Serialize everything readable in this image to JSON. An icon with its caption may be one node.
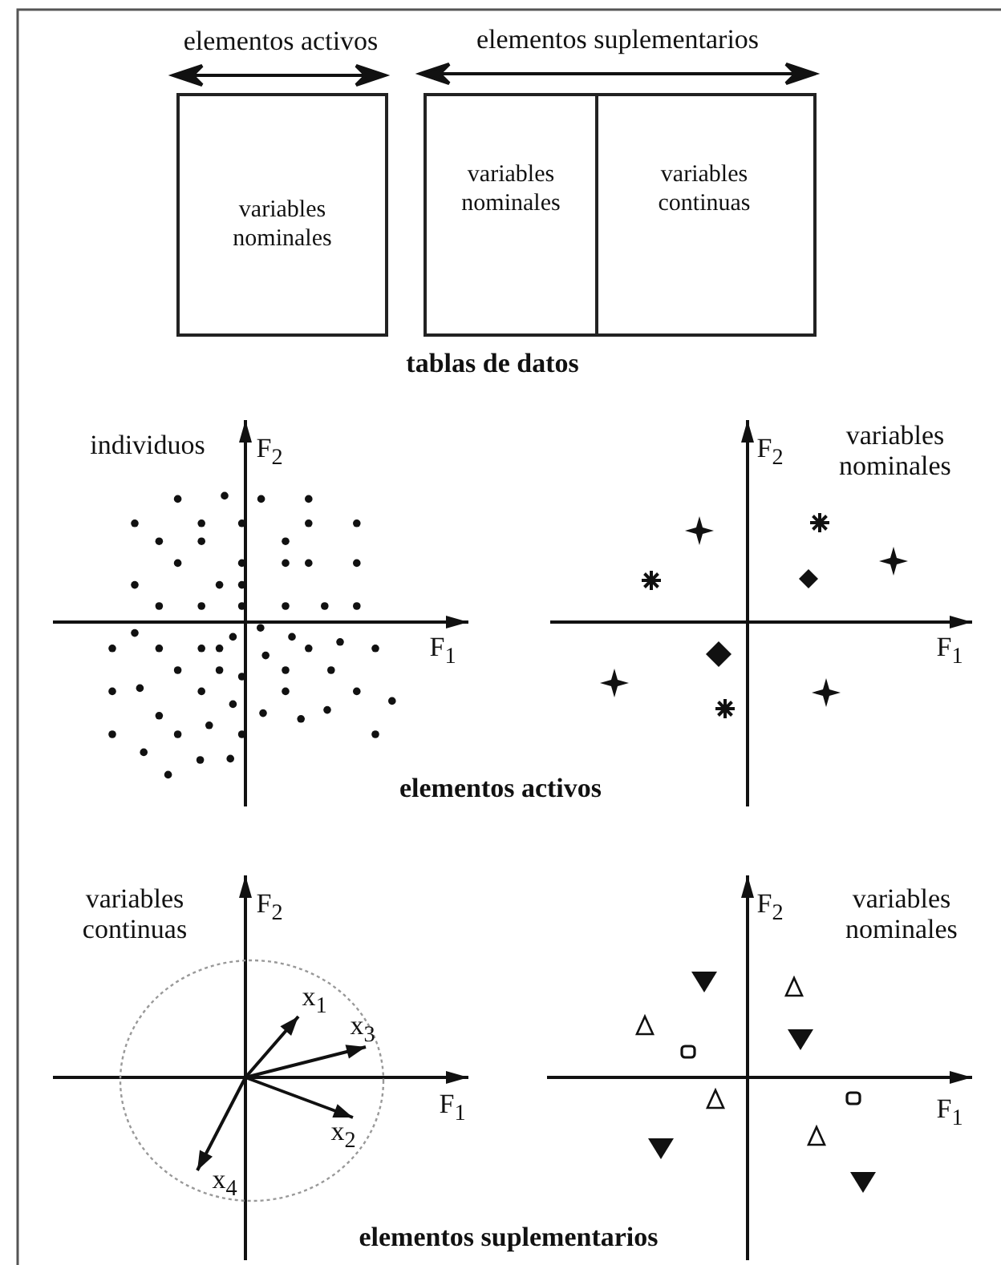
{
  "diagram": {
    "nodes": [
      {
        "text": [
          "variables nominales"
        ]
      },
      {
        "text": [
          "variables nominales"
        ]
      },
      {
        "text": [
          "variables continuas"
        ]
      }
    ],
    "labels": [
      "elementos activos",
      "elementos suplementarios",
      "tablas de datos",
      "individuos",
      "F$_{2}$",
      "F$_{1}$",
      "F$_{2}$",
      "variables nominales",
      "F$_{1}$",
      "elementos activos",
      "variables continuas",
      "F$_{2}$",
      "x$_{1}$",
      "x$_{3}$",
      "x$_{2}$",
      "x$_{4}$",
      "F$_{1}$",
      "F$_{2}$",
      "variables nominales",
      "F$_{1}$",
      "elementos suplementarios"
    ]
  }
}
